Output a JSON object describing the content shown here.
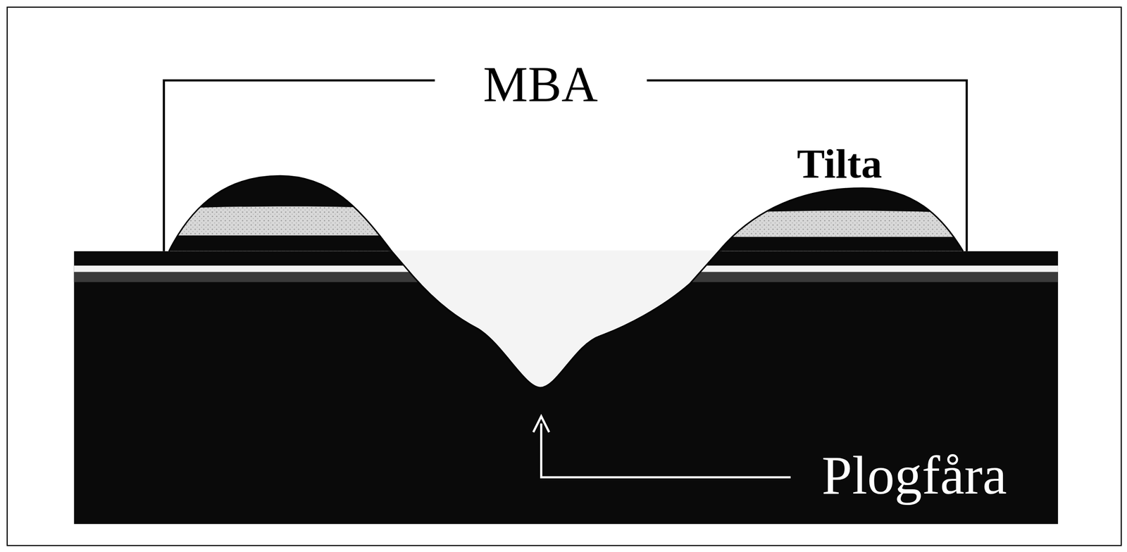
{
  "diagram": {
    "labels": [
      "MBA",
      "Tilta",
      "Plogfåra"
    ]
  }
}
